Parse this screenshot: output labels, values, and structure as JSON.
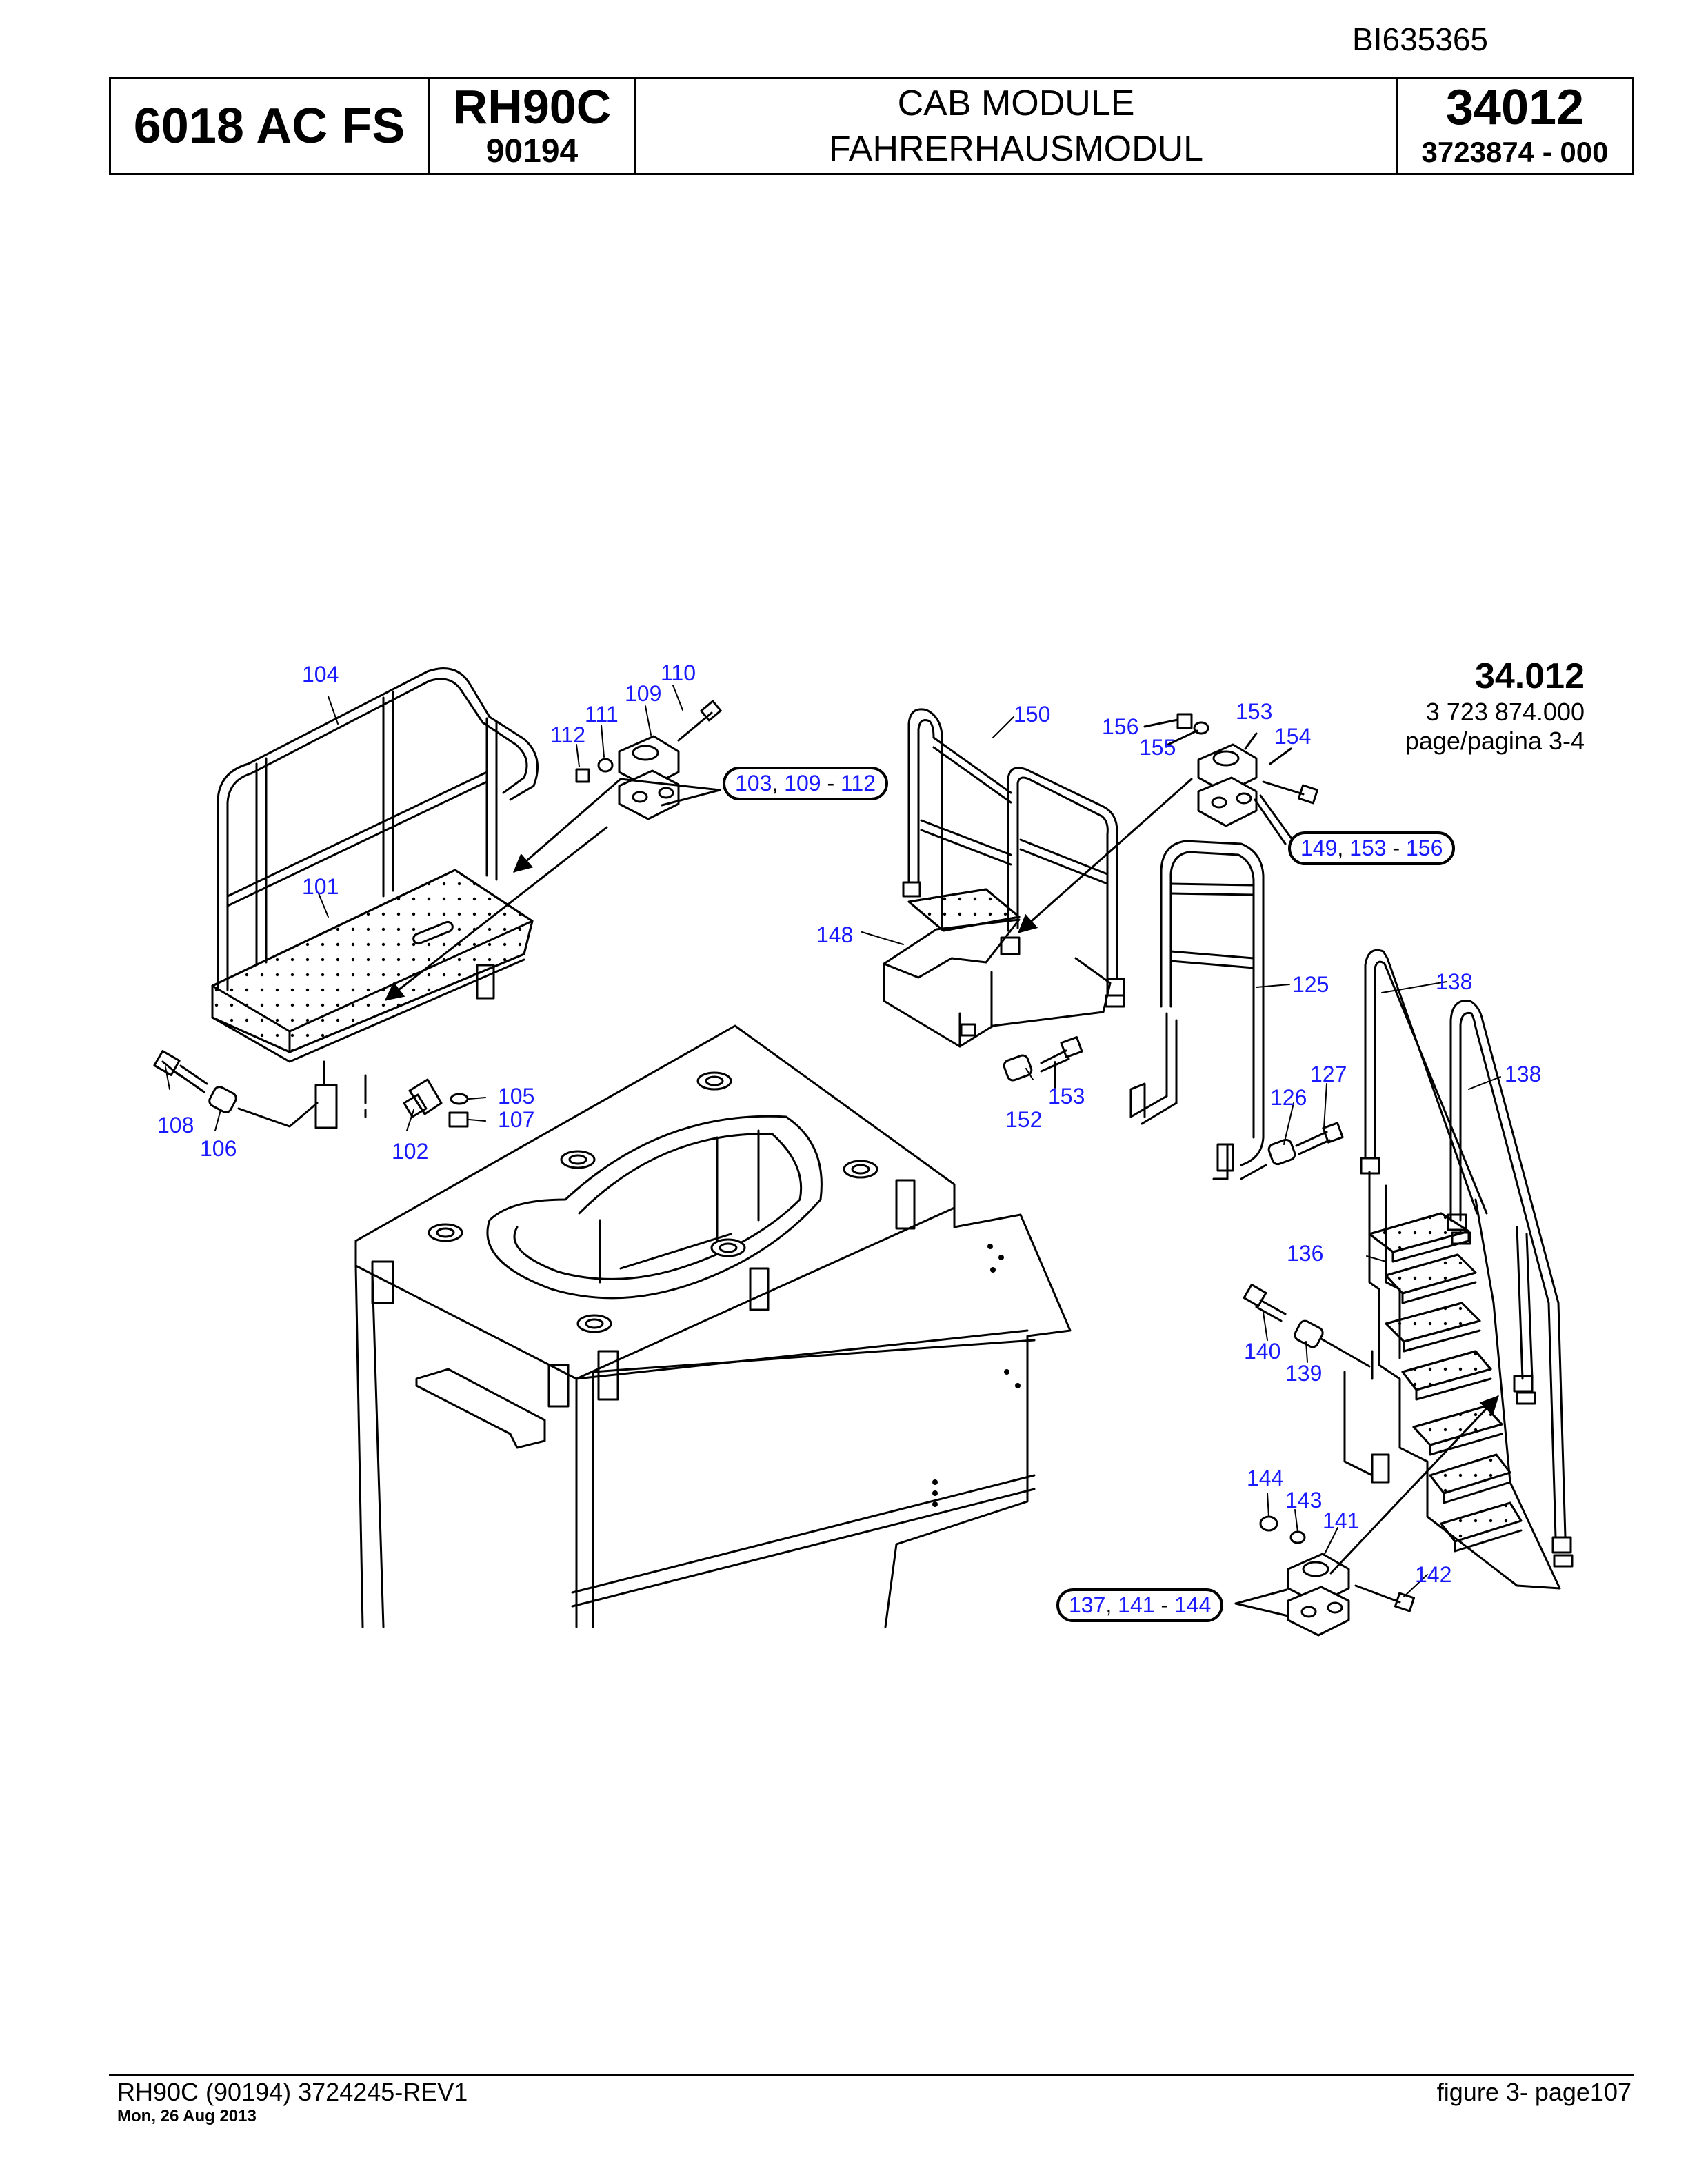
{
  "doc_id": "BI635365",
  "header": {
    "model_code": "6018 AC FS",
    "machine": "RH90C",
    "machine_no": "90194",
    "title_en": "CAB MODULE",
    "title_de": "FAHRERHAUSMODUL",
    "group_no": "34012",
    "part_no": "3723874  - 000"
  },
  "figure_ref": {
    "group": "34.012",
    "number": "3 723 874.000",
    "page": "page/pagina 3-4"
  },
  "callouts": [
    "104",
    "110",
    "109",
    "111",
    "112",
    "101",
    "108",
    "106",
    "102",
    "105",
    "107",
    "150",
    "156",
    "153",
    "155",
    "154",
    "148",
    "153b",
    "152",
    "125",
    "138",
    "127",
    "126",
    "138b",
    "136",
    "140",
    "139",
    "144",
    "143",
    "141",
    "142"
  ],
  "labels": {
    "104": "104",
    "110": "110",
    "109": "109",
    "111": "111",
    "112": "112",
    "101": "101",
    "108": "108",
    "106": "106",
    "102": "102",
    "105": "105",
    "107": "107",
    "150": "150",
    "156": "156",
    "153": "153",
    "155": "155",
    "154": "154",
    "148": "148",
    "153b": "153",
    "152": "152",
    "125": "125",
    "138": "138",
    "127": "127",
    "126": "126",
    "138b": "138",
    "136": "136",
    "140": "140",
    "139": "139",
    "144": "144",
    "143": "143",
    "141": "141",
    "142": "142"
  },
  "groups": {
    "g1": {
      "a": "103",
      "b": "109",
      "c": "112"
    },
    "g2": {
      "a": "149",
      "b": "153",
      "c": "156"
    },
    "g3": {
      "a": "137",
      "b": "141",
      "c": "144"
    }
  },
  "footer": {
    "left": "RH90C (90194) 3724245-REV1",
    "date": "Mon, 26 Aug 2013",
    "right": "figure  3- page107"
  },
  "colors": {
    "callout": "#1a1aff",
    "line": "#000000"
  }
}
